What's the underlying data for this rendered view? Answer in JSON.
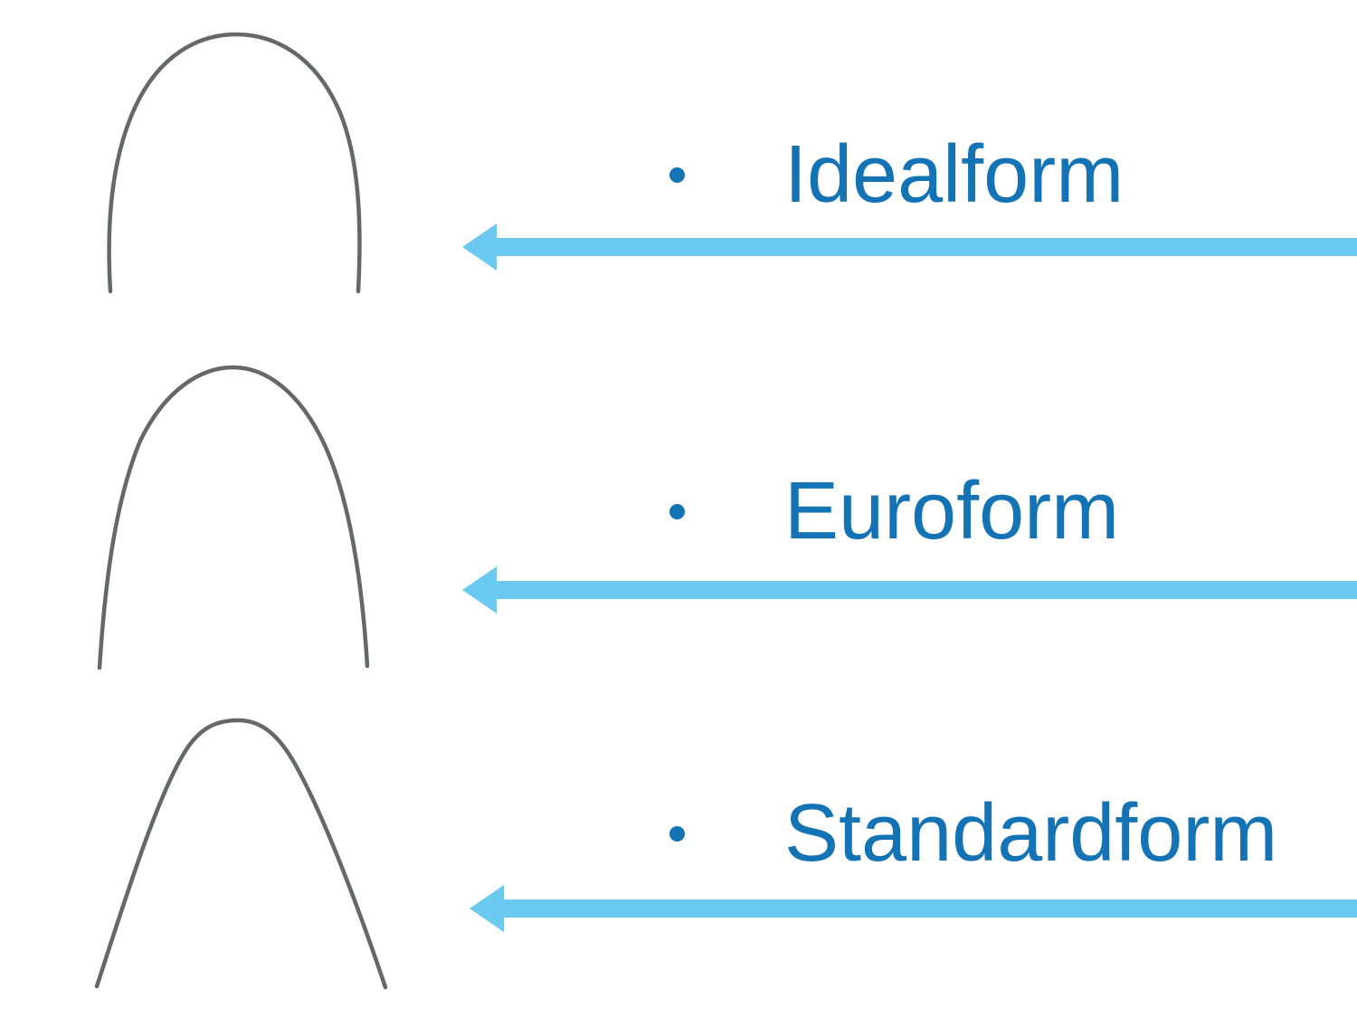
{
  "slide": {
    "background": "#ffffff",
    "bullet_style": "dot",
    "items": [
      {
        "label": "Idealform",
        "image": "idealform-archwire"
      },
      {
        "label": "Euroform",
        "image": "euroform-archwire"
      },
      {
        "label": "Standardform",
        "image": "standardform-archwire"
      }
    ],
    "colors": {
      "label_text": "#1473b5",
      "arrow": "#6bc9f0",
      "wire": "#64686b"
    }
  }
}
